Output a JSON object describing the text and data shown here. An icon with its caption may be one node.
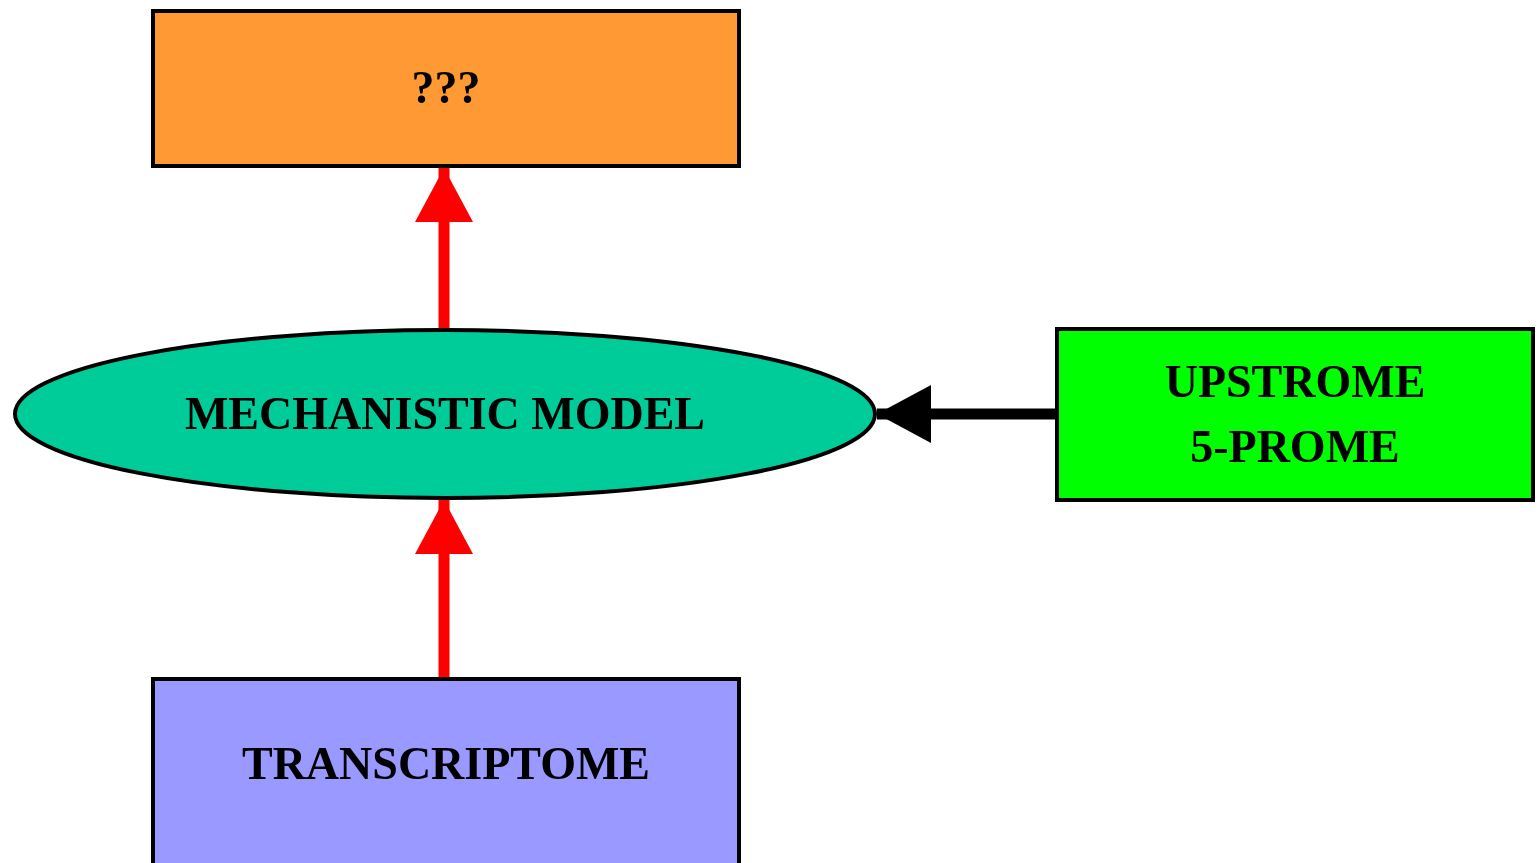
{
  "diagram": {
    "nodes": [
      {
        "text": [
          "???"
        ]
      },
      {
        "text": [
          "MECHANISTIC MODEL"
        ]
      },
      {
        "text": [
          "UPSTROME 5-PROME"
        ]
      },
      {
        "text": [
          "TRANSCRIPTOME"
        ]
      }
    ],
    "edges": [
      {
        "from": 1,
        "to": 0,
        "arrow": "to",
        "color": "#ff0000"
      },
      {
        "from": 2,
        "to": 1,
        "arrow": "to",
        "color": "#000000"
      },
      {
        "from": 3,
        "to": 1,
        "arrow": "to",
        "color": "#ff0000"
      }
    ]
  }
}
